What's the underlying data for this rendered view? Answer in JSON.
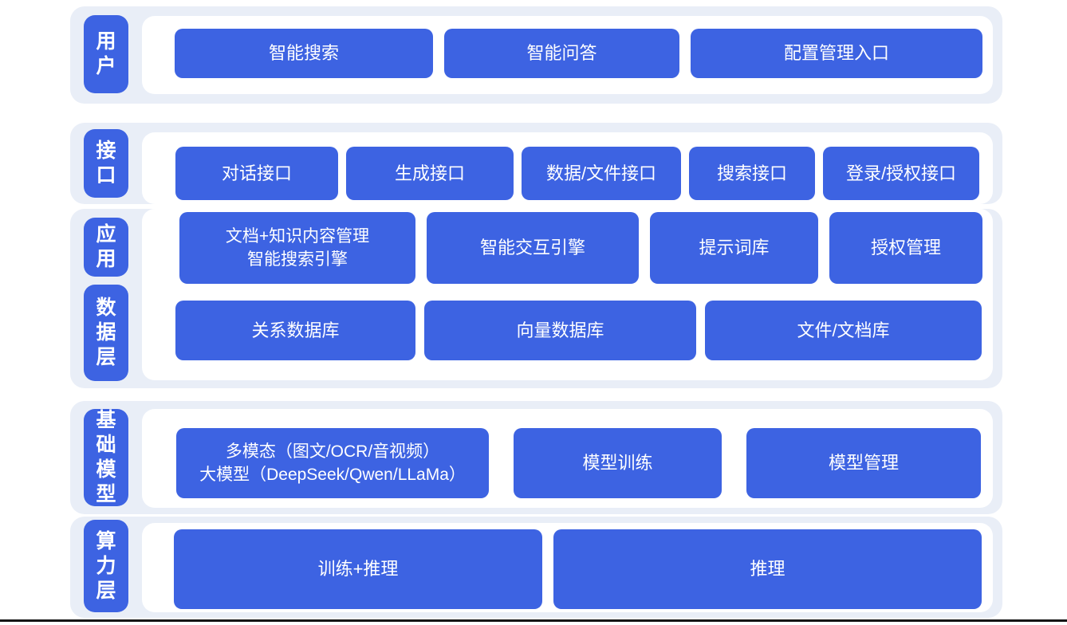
{
  "colors": {
    "accent_blue": "#3D63E2",
    "section_bg": "#E9EEF7",
    "panel_bg": "#FFFFFF",
    "block_text": "#FFFFFF",
    "bottom_rule": "#151515"
  },
  "layers": {
    "user": {
      "label": "用\n户",
      "blocks": [
        "智能搜索",
        "智能问答",
        "配置管理入口"
      ]
    },
    "interface": {
      "label": "接\n口",
      "blocks": [
        "对话接口",
        "生成接口",
        "数据/文件接口",
        "搜索接口",
        "登录/授权接口"
      ]
    },
    "application": {
      "label": "应\n用",
      "blocks": [
        "文档+知识内容管理\n智能搜索引擎",
        "智能交互引擎",
        "提示词库",
        "授权管理"
      ]
    },
    "data": {
      "label": "数\n据\n层",
      "blocks": [
        "关系数据库",
        "向量数据库",
        "文件/文档库"
      ]
    },
    "base_model": {
      "label": "基\n础\n模\n型",
      "blocks": [
        "多模态（图文/OCR/音视频）\n大模型（DeepSeek/Qwen/LLaMa）",
        "模型训练",
        "模型管理"
      ]
    },
    "compute": {
      "label": "算\n力\n层",
      "blocks": [
        "训练+推理",
        "推理"
      ]
    }
  }
}
